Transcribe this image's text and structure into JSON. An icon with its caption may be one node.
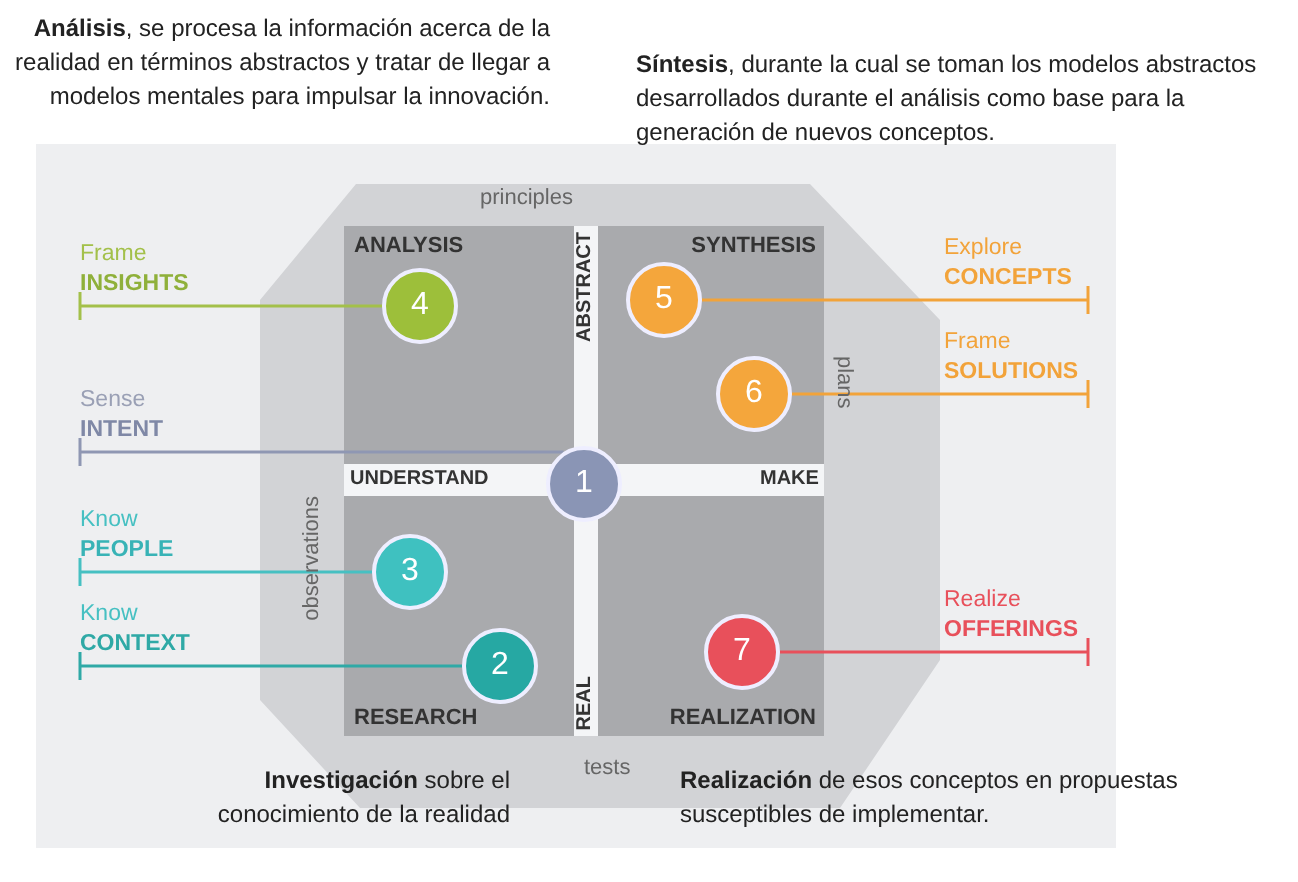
{
  "diagram": {
    "nodes": [
      {
        "text": [
          "ANALYSIS"
        ]
      },
      {
        "text": [
          "4"
        ],
        "in": 0
      },
      {
        "text": [
          "SYNTHESIS"
        ]
      },
      {
        "text": [
          "5"
        ],
        "in": 2
      },
      {
        "text": [
          "6"
        ],
        "in": 2
      },
      {
        "text": [
          "RESEARCH"
        ]
      },
      {
        "text": [
          "3"
        ],
        "in": 5
      },
      {
        "text": [
          "2"
        ],
        "in": 5
      },
      {
        "text": [
          "REALIZATION"
        ]
      },
      {
        "text": [
          "7"
        ],
        "in": 8
      },
      {
        "text": [
          "1"
        ]
      },
      {
        "text": [
          "Frame",
          "INSIGHTS"
        ]
      },
      {
        "text": [
          "Sense",
          "INTENT"
        ]
      },
      {
        "text": [
          "Know",
          "PEOPLE"
        ]
      },
      {
        "text": [
          "Know",
          "CONTEXT"
        ]
      },
      {
        "text": [
          "Explore",
          "CONCEPTS"
        ]
      },
      {
        "text": [
          "Frame",
          "SOLUTIONS"
        ]
      },
      {
        "text": [
          "Realize",
          "OFFERINGS"
        ]
      }
    ],
    "edges": [
      {
        "from": 11,
        "to": 1,
        "arrow": "other",
        "color": "#a3c04a"
      },
      {
        "from": 12,
        "to": 10,
        "arrow": "other",
        "color": "#8f97b3"
      },
      {
        "from": 13,
        "to": 6,
        "arrow": "other",
        "color": "#46c0c2"
      },
      {
        "from": 14,
        "to": 7,
        "arrow": "other",
        "color": "#2fa9a6"
      },
      {
        "from": 15,
        "to": 3,
        "arrow": "other",
        "color": "#f2a33a"
      },
      {
        "from": 16,
        "to": 4,
        "arrow": "other",
        "color": "#f2a33a"
      },
      {
        "from": 17,
        "to": 9,
        "arrow": "other",
        "color": "#e8505b"
      }
    ],
    "labels": [
      "**Análisis**, se procesa la información acerca de la realidad en términos abstractos y tratar de llegar a modelos mentales para impulsar la innovación.",
      "**Síntesis**, durante la cual se toman los modelos abstractos desarrollados durante el análisis como base para la generación de nuevos conceptos.",
      "principles",
      "ABSTRACT",
      "UNDERSTAND",
      "MAKE",
      "plans",
      "observations",
      "REAL",
      "tests",
      "**Investigación** sobre el conocimiento de la realidad",
      "**Realización** de esos conceptos en propuestas susceptibles de implementar."
    ]
  }
}
